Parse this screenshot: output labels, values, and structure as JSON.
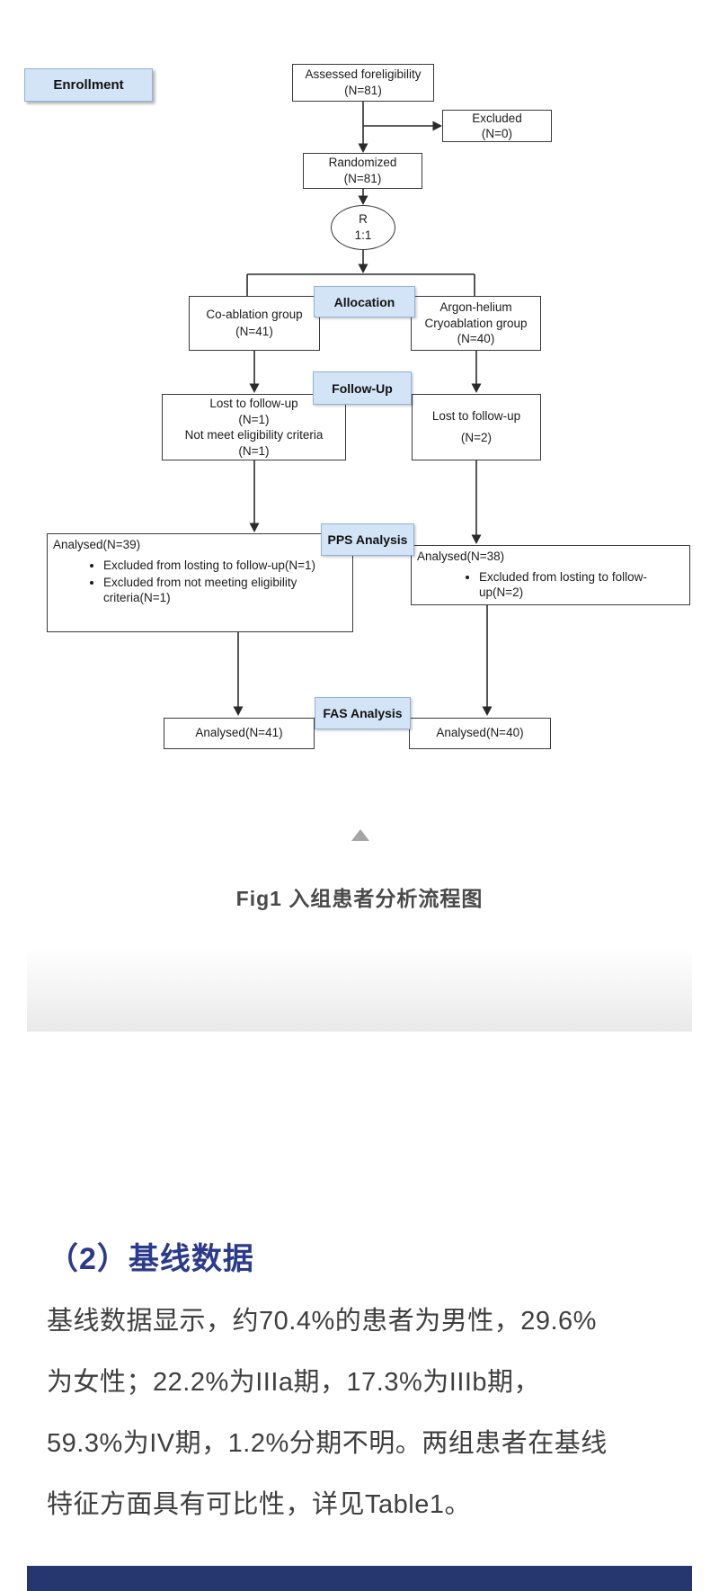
{
  "figure": {
    "enrollment_label": "Enrollment",
    "nodes": {
      "assessed": [
        "Assessed foreligibility",
        "(N=81)"
      ],
      "excluded": [
        "Excluded",
        "(N=0)"
      ],
      "randomized": [
        "Randomized",
        "(N=81)"
      ],
      "randomization_ellipse": [
        "R",
        "1:1"
      ],
      "group_left": [
        "Co-ablation group",
        "(N=41)"
      ],
      "group_right": [
        "Argon-helium",
        "Cryoablation group",
        "(N=40)"
      ],
      "lost_left": [
        "Lost to follow-up",
        "(N=1)",
        "Not meet eligibility criteria",
        "(N=1)"
      ],
      "lost_right": [
        "Lost to follow-up",
        "(N=2)"
      ],
      "pps_left": {
        "title": "Analysed(N=39)",
        "bullets": [
          "Excluded from losting to follow-up(N=1)",
          "Excluded from not meeting eligibility criteria(N=1)"
        ]
      },
      "pps_right": {
        "title": "Analysed(N=38)",
        "bullets": [
          "Excluded from losting to follow-up(N=2)"
        ]
      },
      "fas_left": "Analysed(N=41)",
      "fas_right": "Analysed(N=40)"
    },
    "stage_labels": {
      "allocation": "Allocation",
      "followup": "Follow-Up",
      "pps": "PPS Analysis",
      "fas": "FAS Analysis"
    },
    "caption": "Fig1 入组患者分析流程图"
  },
  "icons": {
    "collapse": "up-triangle"
  },
  "section": {
    "heading": "（2）基线数据",
    "paragraph_lines": [
      "基线数据显示，约70.4%的患者为男性，29.6%",
      "为女性；22.2%为IIIa期，17.3%为IIIb期，",
      "59.3%为IV期，1.2%分期不明。两组患者在基线",
      "特征方面具有可比性，详见Table1。"
    ]
  },
  "colors": {
    "label_fill": "#d3e4f6",
    "label_border": "#8fb2dc",
    "box_border": "#3a3a3a",
    "heading_navy": "#2b3a8c",
    "bottom_bar_navy": "#25376e",
    "body_text": "#3f3f3f",
    "caption_text": "#4a4a4a"
  }
}
